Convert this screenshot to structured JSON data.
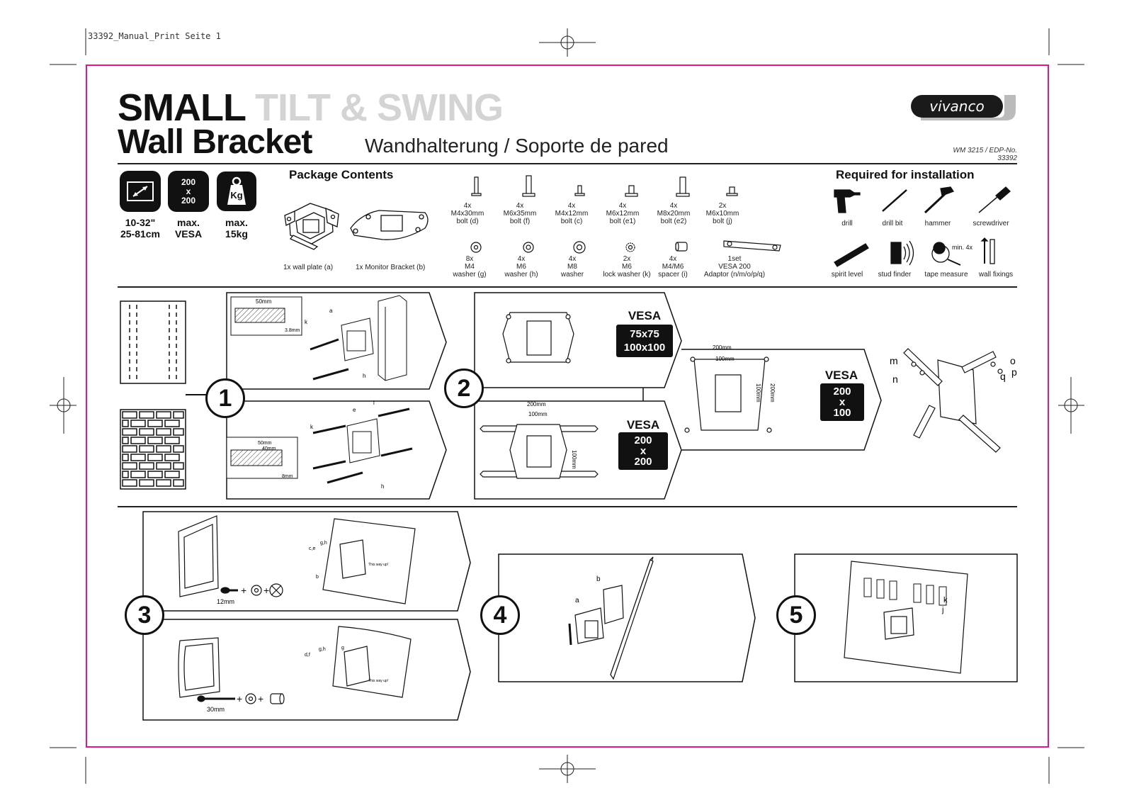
{
  "print_header": "33392_Manual_Print  Seite 1",
  "title": {
    "line1_bold": "SMALL",
    "line1_light": "TILT & SWING",
    "line2": "Wall Bracket",
    "subtitle": "Wandhalterung / Soporte de pared"
  },
  "brand": {
    "logo_text": "vivanco"
  },
  "model": "WM 3215  / EDP-No. 33392",
  "colors": {
    "frame": "#e0168c",
    "title_light": "#d4d4d4",
    "dark": "#111111"
  },
  "specs": [
    {
      "icon": "screen-size-arrow-icon",
      "label_line1": "10-32\"",
      "label_line2": "25-81cm"
    },
    {
      "icon": "vesa-icon",
      "icon_text": "200\nx\n200",
      "label_line1": "max.",
      "label_line2": "VESA"
    },
    {
      "icon": "weight-icon",
      "icon_text": "Kg",
      "label_line1": "max.",
      "label_line2": "15kg"
    }
  ],
  "package_contents": {
    "title": "Package Contents",
    "brackets": [
      "1x wall plate (a)",
      "1x Monitor Bracket (b)"
    ],
    "bolts": [
      {
        "qty": "4x",
        "size": "M4x30mm",
        "name": "bolt (d)"
      },
      {
        "qty": "4x",
        "size": "M6x35mm",
        "name": "bolt (f)"
      },
      {
        "qty": "4x",
        "size": "M4x12mm",
        "name": "bolt (c)"
      },
      {
        "qty": "4x",
        "size": "M6x12mm",
        "name": "bolt (e1)"
      },
      {
        "qty": "4x",
        "size": "M8x20mm",
        "name": "bolt (e2)"
      },
      {
        "qty": "2x",
        "size": "M6x10mm",
        "name": "bolt (j)"
      }
    ],
    "washers": [
      {
        "qty": "8x",
        "size": "M4",
        "name": "washer (g)"
      },
      {
        "qty": "4x",
        "size": "M6",
        "name": "washer (h)"
      },
      {
        "qty": "4x",
        "size": "M8",
        "name": "washer"
      },
      {
        "qty": "2x",
        "size": "M6",
        "name": "lock washer (k)"
      },
      {
        "qty": "4x",
        "size": "M4/M6",
        "name": "spacer (i)"
      },
      {
        "qty": "1set",
        "size": "VESA 200",
        "name": "Adaptor (n/m/o/p/q)"
      }
    ]
  },
  "required": {
    "title": "Required for installation",
    "tools_row1": [
      "drill",
      "drill bit",
      "hammer",
      "screwdriver"
    ],
    "tools_row2": [
      "spirit level",
      "stud finder",
      "tape measure",
      "wall fixings"
    ],
    "min_label": "min. 4x"
  },
  "step1": {
    "number": "1",
    "wood": {
      "dim1": "50mm",
      "dim2": "3.8mm",
      "labels": [
        "a",
        "k",
        "h"
      ]
    },
    "brick": {
      "dim1": "50mm",
      "dim2": "40mm",
      "dim3": "8mm",
      "labels": [
        "e",
        "i",
        "k",
        "h"
      ]
    }
  },
  "step2": {
    "number": "2",
    "vesa_word": "VESA",
    "box_a": [
      "75x75",
      "100x100"
    ],
    "box_b": [
      "200",
      "x",
      "200"
    ],
    "box_c": [
      "200",
      "x",
      "100"
    ],
    "dims": {
      "w200": "200mm",
      "w100": "100mm",
      "h100": "100mm",
      "h200": "200mm"
    },
    "adaptor_labels": [
      "m",
      "n",
      "o",
      "p",
      "q"
    ]
  },
  "step3": {
    "number": "3",
    "top": {
      "bolt_length": "12mm",
      "labels": [
        "c,e",
        "g,h",
        "b"
      ],
      "arrow_text": "This way up!"
    },
    "bottom": {
      "bolt_length": "30mm",
      "labels": [
        "d,f",
        "g,h",
        "g"
      ],
      "arrow_text": "This way up!"
    }
  },
  "step4": {
    "number": "4",
    "labels": [
      "b",
      "a"
    ]
  },
  "step5": {
    "number": "5",
    "labels": [
      "k",
      "j"
    ]
  }
}
